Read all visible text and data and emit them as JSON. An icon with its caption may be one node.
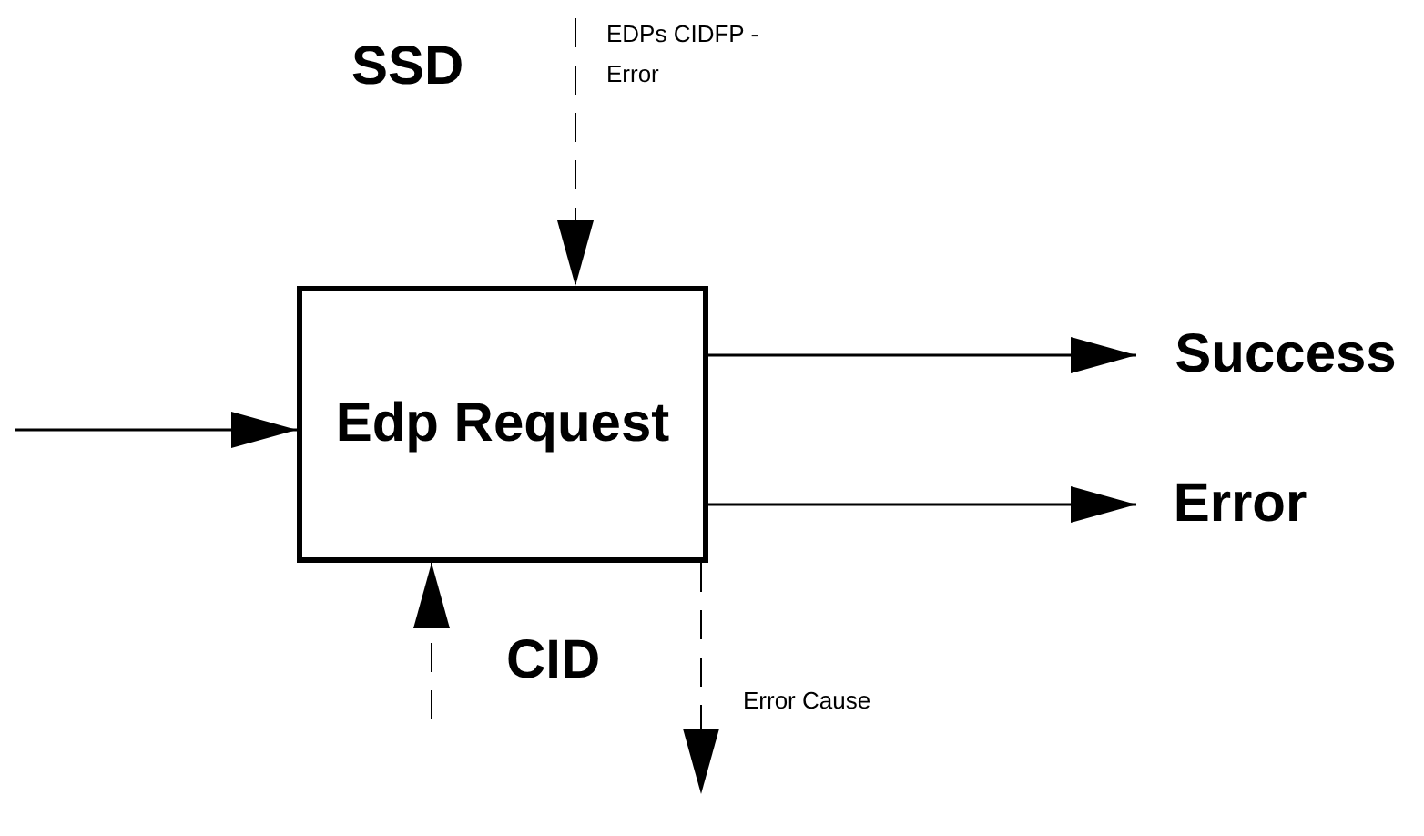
{
  "diagram": {
    "nodes": [
      {
        "text": [
          "Edp Request"
        ]
      },
      {
        "text": [
          "Success"
        ]
      },
      {
        "text": [
          "Error"
        ]
      }
    ],
    "edges": [
      {
        "from": null,
        "to": 0,
        "arrow": "to",
        "style": "dashed",
        "label": "EDPs CIDFP - Error"
      },
      {
        "from": null,
        "to": 0,
        "arrow": "to"
      },
      {
        "from": 0,
        "to": 1,
        "arrow": "to"
      },
      {
        "from": 0,
        "to": 2,
        "arrow": "to"
      },
      {
        "from": null,
        "to": 0,
        "arrow": "to",
        "style": "dashed"
      },
      {
        "from": 0,
        "to": null,
        "arrow": "to",
        "style": "dashed",
        "label": "Error Cause"
      }
    ],
    "labels": [
      "SSD",
      "CID"
    ]
  }
}
